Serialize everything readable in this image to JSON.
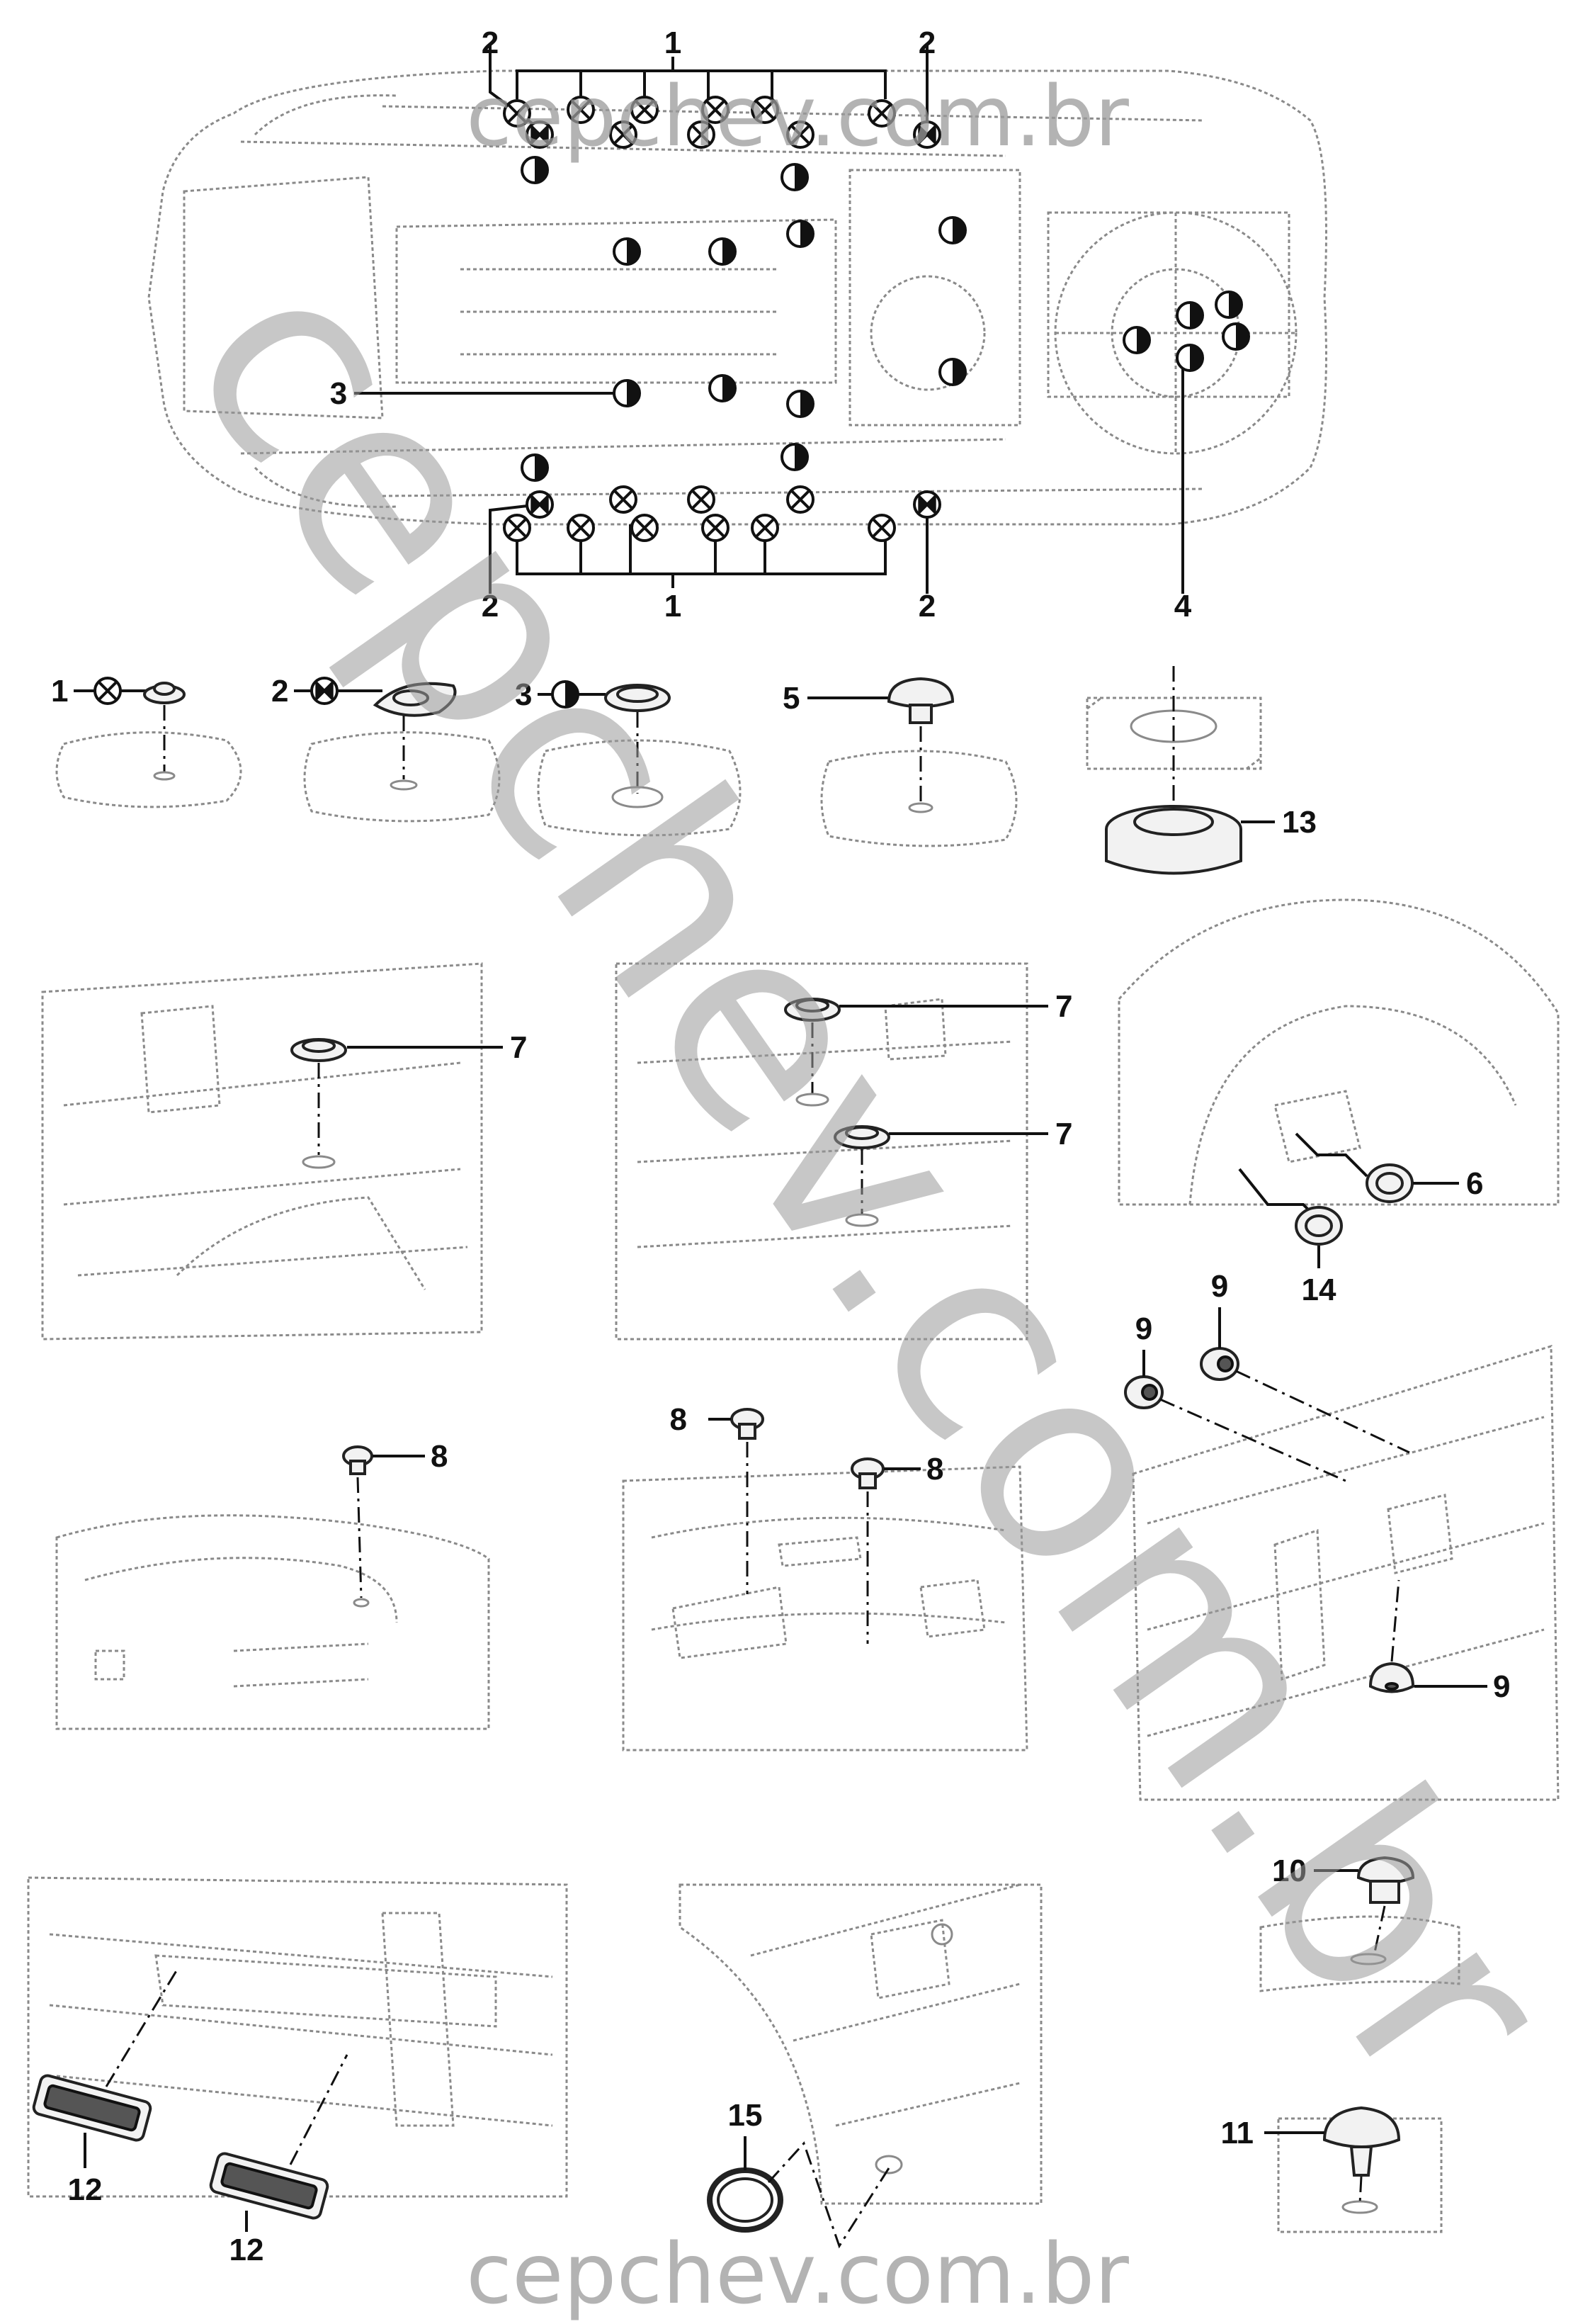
{
  "watermark": {
    "diagonal": "cepchev.com.br",
    "top": "cepchev.com.br",
    "bottom": "cepchev.com.br"
  },
  "overview": {
    "labels": {
      "top_left_2": "2",
      "top_1": "1",
      "top_right_2": "2",
      "left_3": "3",
      "bottom_left_2": "2",
      "bottom_1": "1",
      "bottom_right_2": "2",
      "spare_4": "4"
    }
  },
  "legend": {
    "item1": "1",
    "item2": "2",
    "item3": "3",
    "item5": "5",
    "item13": "13"
  },
  "details": {
    "floor_left_7": "7",
    "floor_mid_7a": "7",
    "floor_mid_7b": "7",
    "wheelarch_6": "6",
    "wheelarch_14": "14",
    "tunnel_8": "8",
    "floor_8a": "8",
    "floor_8b": "8",
    "rail_9a": "9",
    "rail_9b": "9",
    "rail_9c": "9",
    "clip_10": "10",
    "clip_11": "11",
    "bumper_12a": "12",
    "bumper_12b": "12",
    "arch_15": "15"
  },
  "symbols": {
    "cross_circle": "plug-type-1-icon",
    "bowtie_circle": "plug-type-2-icon",
    "half_circle": "plug-type-3-icon"
  }
}
